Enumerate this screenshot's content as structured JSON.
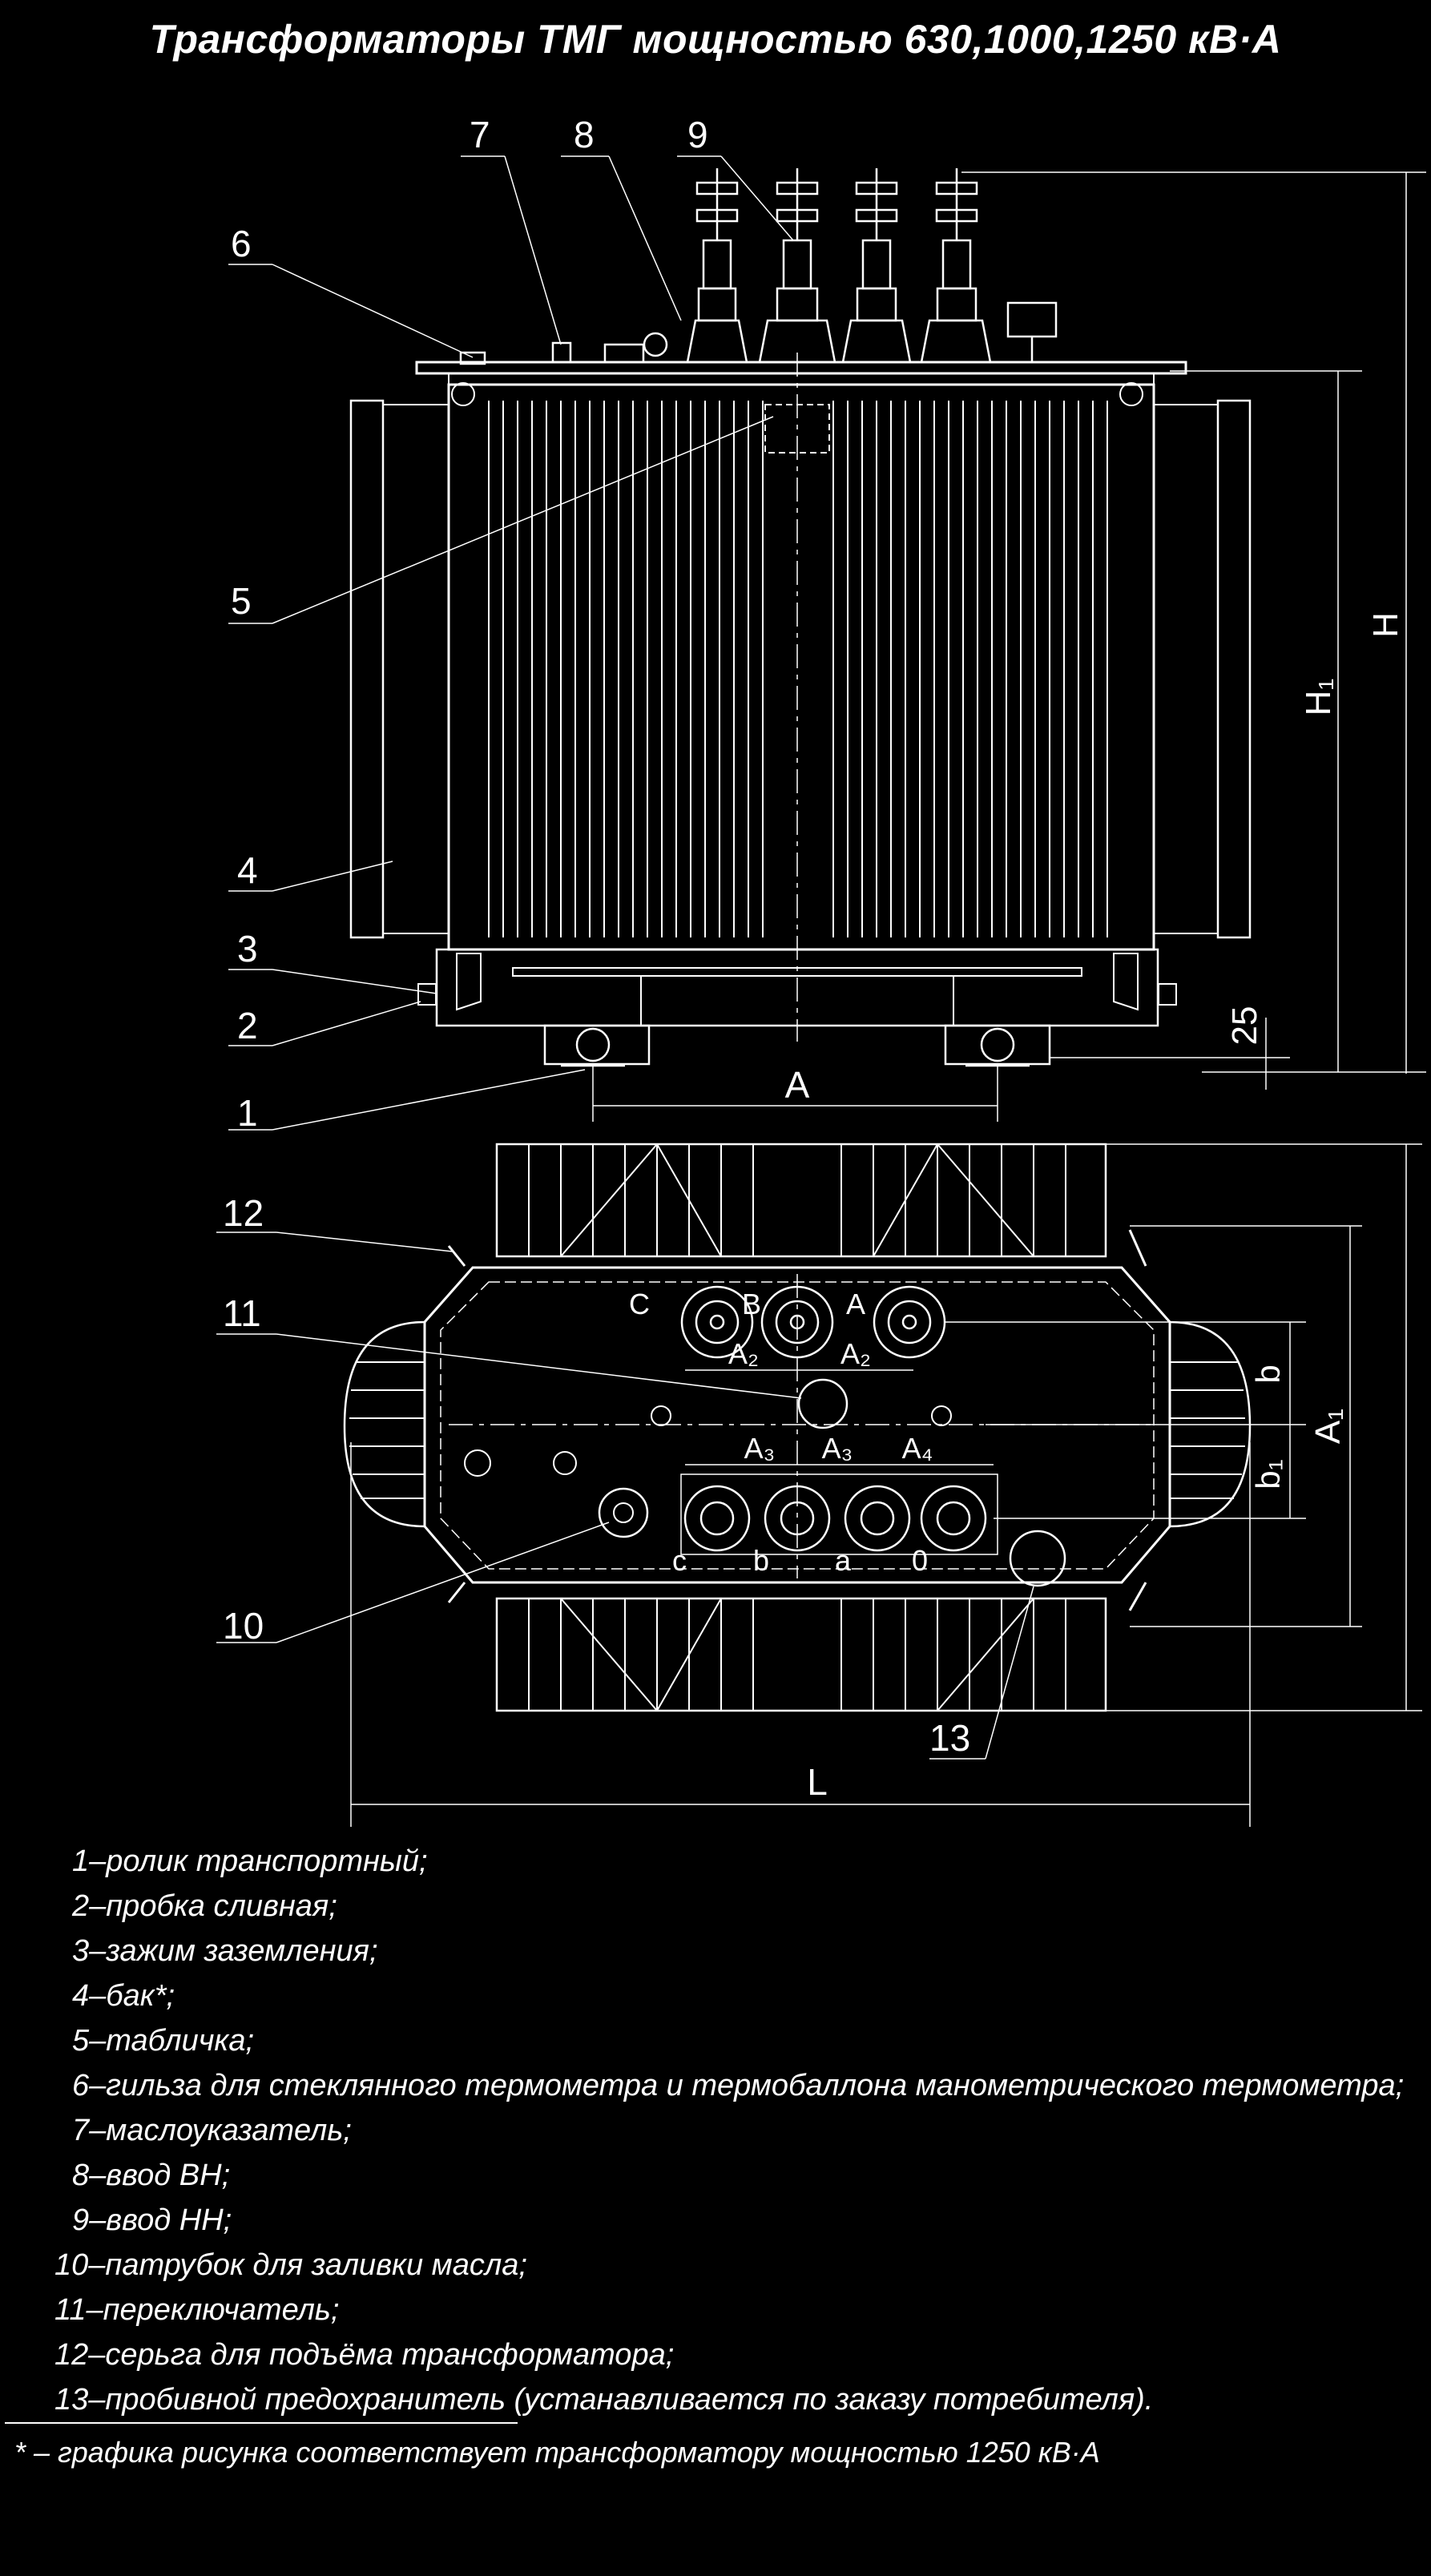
{
  "title": "Трансформаторы ТМГ мощностью 630,1000,1250 кВ·А",
  "callouts": [
    "1",
    "2",
    "3",
    "4",
    "5",
    "6",
    "7",
    "8",
    "9",
    "10",
    "11",
    "12",
    "13"
  ],
  "dimensions": {
    "H": "H",
    "H1": "H₁",
    "d25": "25",
    "A": "A",
    "A1": "A₁",
    "A2": "A₂",
    "A3": "A₃",
    "A4": "A₄",
    "b": "b",
    "b1": "b₁",
    "L": "L"
  },
  "hv_bushings": [
    "C",
    "B",
    "A"
  ],
  "lv_bushings": [
    "c",
    "b",
    "a",
    "0"
  ],
  "legend": [
    "1–ролик транспортный;",
    "2–пробка сливная;",
    "3–зажим заземления;",
    "4–бак*;",
    "5–табличка;",
    "6–гильза для стеклянного термометра и термобаллона манометрического термометра;",
    "7–маслоуказатель;",
    "8–ввод ВН;",
    "9–ввод НН;",
    "10–патрубок для заливки масла;",
    "11–переключатель;",
    "12–серьга для подъёма трансформатора;",
    "13–пробивной предохранитель (устанавливается по заказу потребителя)."
  ],
  "footnote": "* – графика рисунка соответствует трансформатору мощностью 1250 кВ·А",
  "colors": {
    "background": "#000000",
    "line": "#ffffff"
  }
}
